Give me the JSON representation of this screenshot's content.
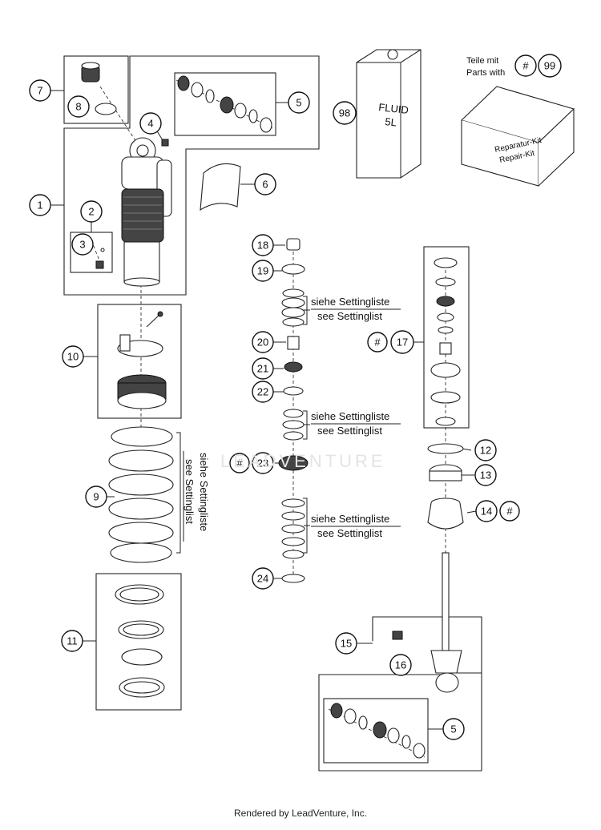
{
  "callouts": {
    "c1": "1",
    "c2": "2",
    "c3": "3",
    "c4": "4",
    "c5a": "5",
    "c5b": "5",
    "c6": "6",
    "c7": "7",
    "c8": "8",
    "c9": "9",
    "c10": "10",
    "c11": "11",
    "c12": "12",
    "c13": "13",
    "c14": "14",
    "c15": "15",
    "c16": "16",
    "c17": "17",
    "c18": "18",
    "c19": "19",
    "c20": "20",
    "c21": "21",
    "c22": "22",
    "c23": "23",
    "c24": "24",
    "c98": "98",
    "c99": "99"
  },
  "hash": "#",
  "legend": {
    "line1": "Teile mit",
    "line2": "Parts with"
  },
  "setting": {
    "de": "siehe Settingliste",
    "en": "see Settinglist"
  },
  "can_label": {
    "line1": "FLUID",
    "line2": "5L"
  },
  "kit_label": {
    "line1": "Reparatur-Kit",
    "line2": "Repair-Kit"
  },
  "watermark": "LEADVENTURE",
  "footer": "Rendered by LeadVenture, Inc."
}
